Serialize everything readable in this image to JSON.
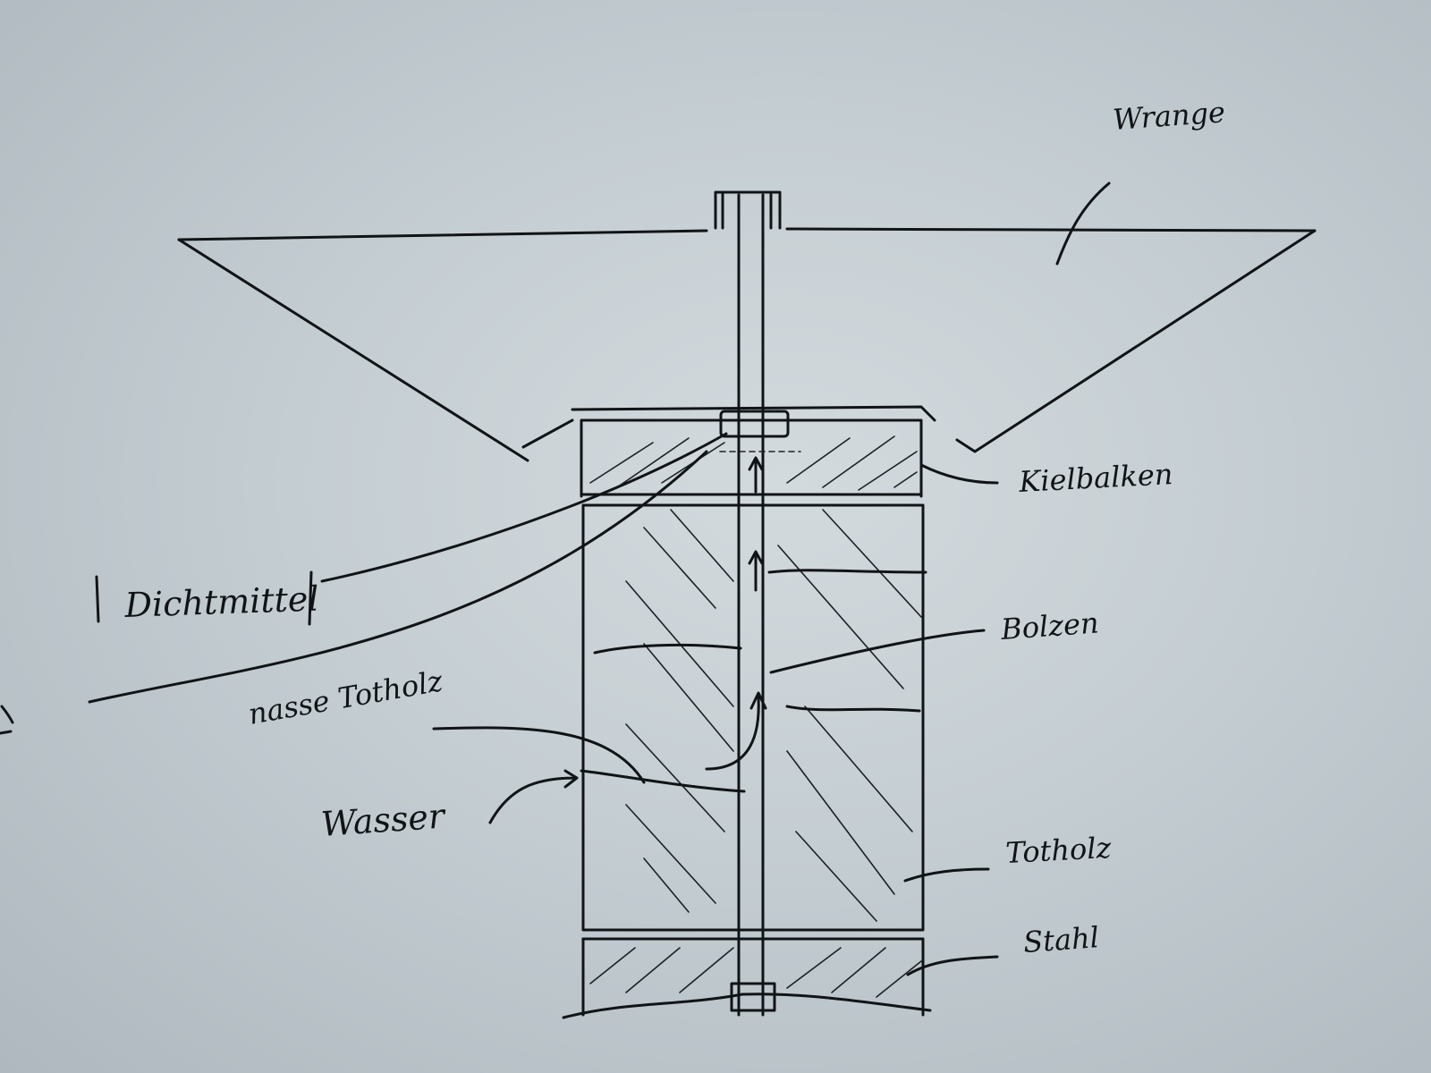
{
  "labels": {
    "wrange": "Wrange",
    "kielbalken": "Kielbalken",
    "dichtmittel": "Dichtmittel",
    "bolzen": "Bolzen",
    "nasses_totholz": "nasse Totholz",
    "wasser": "Wasser",
    "totholz": "Totholz",
    "stahl": "Stahl"
  },
  "colors": {
    "ink": "#111417",
    "paper": "#c9d1d6"
  }
}
